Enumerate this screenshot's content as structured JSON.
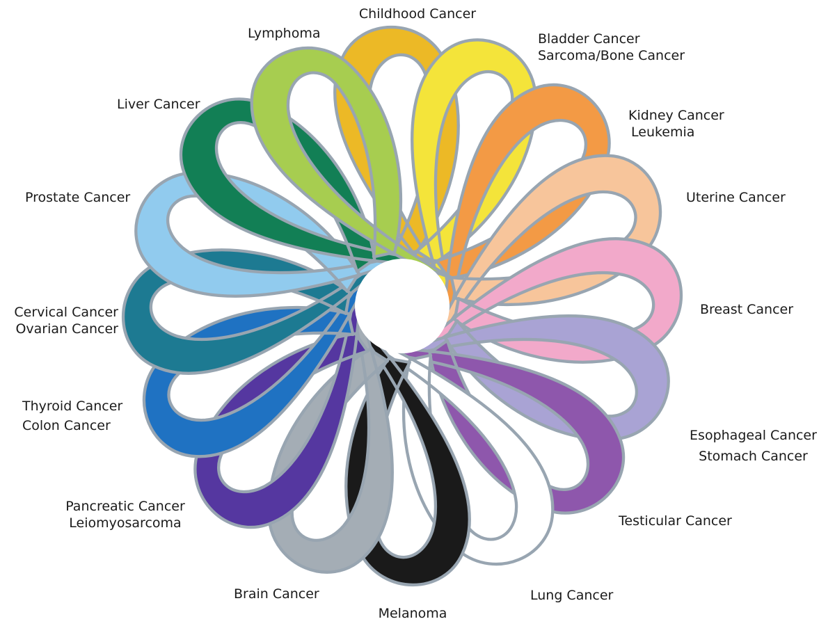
{
  "ribbons": [
    {
      "id": "childhood",
      "color": "#ECB926",
      "lines": [
        "Childhood Cancer"
      ]
    },
    {
      "id": "bladder-sarcoma",
      "color": "#F4E43A",
      "lines": [
        "Bladder Cancer",
        "Sarcoma/Bone Cancer"
      ]
    },
    {
      "id": "kidney-leukemia",
      "color": "#F39A45",
      "lines": [
        "Kidney Cancer",
        "Leukemia"
      ]
    },
    {
      "id": "uterine",
      "color": "#F7C59B",
      "lines": [
        "Uterine Cancer"
      ]
    },
    {
      "id": "breast",
      "color": "#F2A9CA",
      "lines": [
        "Breast Cancer"
      ]
    },
    {
      "id": "esophageal-stomach",
      "color": "#A9A3D4",
      "lines": [
        "Esophageal Cancer",
        "Stomach Cancer"
      ]
    },
    {
      "id": "testicular",
      "color": "#8E57AC",
      "lines": [
        "Testicular Cancer"
      ]
    },
    {
      "id": "lung",
      "color": "#FFFFFF",
      "lines": [
        "Lung Cancer"
      ]
    },
    {
      "id": "melanoma",
      "color": "#1A1A1A",
      "lines": [
        "Melanoma"
      ]
    },
    {
      "id": "brain",
      "color": "#A4ADB5",
      "lines": [
        "Brain Cancer"
      ]
    },
    {
      "id": "pancreatic-leiomyosarcoma",
      "color": "#5537A0",
      "lines": [
        "Pancreatic Cancer",
        "Leiomyosarcoma"
      ]
    },
    {
      "id": "thyroid-colon",
      "color": "#1F72C2",
      "lines": [
        "Thyroid Cancer",
        "Colon Cancer"
      ]
    },
    {
      "id": "cervical-ovarian",
      "color": "#1D7A92",
      "lines": [
        "Cervical Cancer",
        "Ovarian Cancer"
      ]
    },
    {
      "id": "prostate",
      "color": "#91CBEE",
      "lines": [
        "Prostate Cancer"
      ]
    },
    {
      "id": "liver",
      "color": "#127F55",
      "lines": [
        "Liver Cancer"
      ]
    },
    {
      "id": "lymphoma",
      "color": "#A7CD50",
      "lines": [
        "Lymphoma"
      ]
    }
  ],
  "outline_color": "#98A5B1"
}
